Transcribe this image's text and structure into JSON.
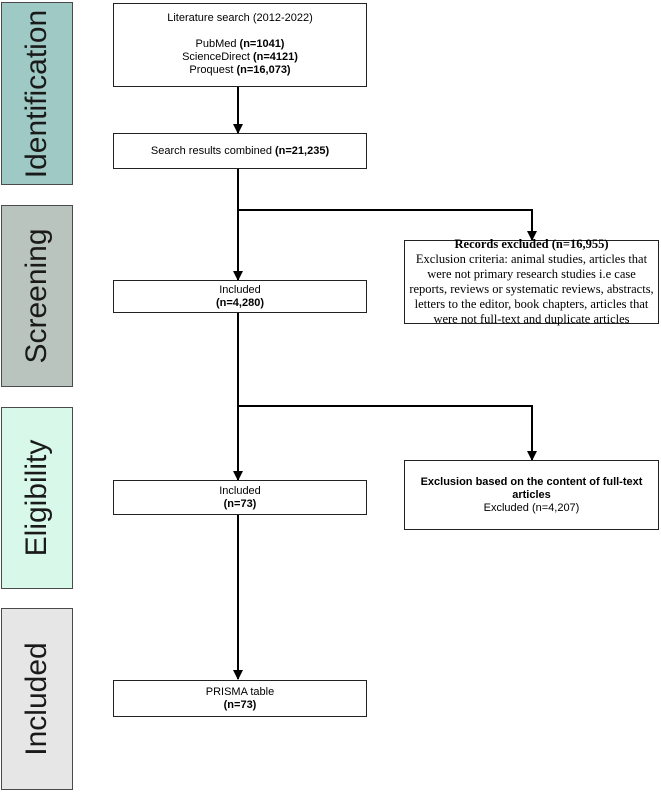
{
  "stages": {
    "identification": {
      "label": "Identification",
      "color": "#9ec9c4"
    },
    "screening": {
      "label": "Screening",
      "color": "#b9c4bf"
    },
    "eligibility": {
      "label": "Eligibility",
      "color": "#d8f8ea"
    },
    "included": {
      "label": "Included",
      "color": "#e6e6e6"
    }
  },
  "search_box": {
    "title": "Literature search (2012-2022)",
    "pubmed_label": "PubMed ",
    "pubmed_count": "(n=1041)",
    "sciencedirect_label": "ScienceDirect ",
    "sciencedirect_count": "(n=4121)",
    "proquest_label": "Proquest ",
    "proquest_count": "(n=16,073)"
  },
  "combined_box": {
    "label": "Search results combined ",
    "count": "(n=21,235)"
  },
  "screened_box": {
    "label": "Included",
    "count": "(n=4,280)"
  },
  "excluded_box": {
    "title": "Records excluded (n=16,955)",
    "text": "Exclusion criteria: animal studies, articles that were not primary research studies i.e case reports, reviews or systematic reviews, abstracts, letters to the editor, book chapters, articles that were not full-text and duplicate articles"
  },
  "eligible_box": {
    "label": "Included",
    "count": "(n=73)"
  },
  "fulltext_excluded_box": {
    "title": "Exclusion based on the content of full-text articles",
    "text": "Excluded (n=4,207)"
  },
  "final_box": {
    "label": "PRISMA table",
    "count": "(n=73)"
  }
}
